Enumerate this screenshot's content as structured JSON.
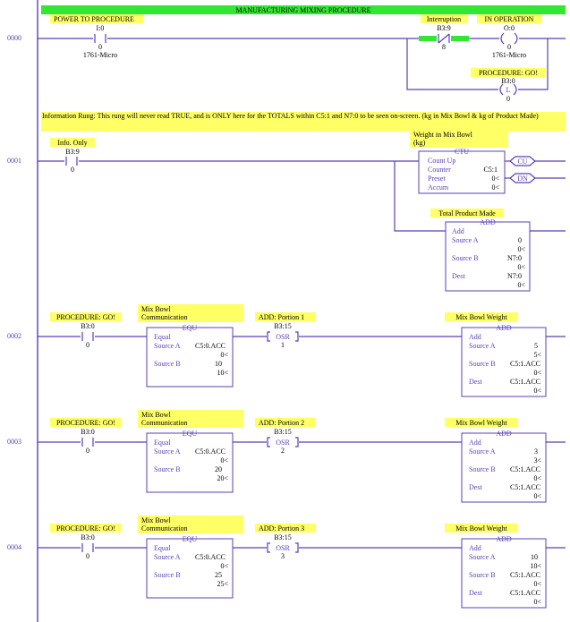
{
  "title": "MANUFACTURING MIXING PROCEDURE",
  "colors": {
    "wire": "#5b3fb5",
    "label_bg": "#ffff66",
    "title_bar": "#33e633",
    "contact_active": "#33e633"
  },
  "rungs": [
    {
      "number": "0000",
      "power_label": "POWER TO PROCEDURE",
      "xic": {
        "address": "I:0",
        "bit": "0",
        "desc": "1761-Micro"
      },
      "interruption": {
        "label": "Interruption",
        "address": "B3:9",
        "bit": "8"
      },
      "in_operation": {
        "label": "IN OPERATION",
        "address": "O:0",
        "bit": "0",
        "desc": "1761-Micro"
      },
      "procedure_go": {
        "label": "PROCEDURE: GO!",
        "address": "B3:0",
        "coil": "L",
        "bit": "0"
      }
    },
    {
      "number": "0001",
      "info_text": "Information Rung: This rung will never read TRUE, and is ONLY here for the TOTALS within C5:1 and N7:0 to be seen on-screen. (kg in Mix Bowl & kg of Product Made)",
      "info_only": {
        "label": "Info. Only",
        "address": "B3:9",
        "bit": "0"
      },
      "ctu": {
        "label": "Weight in Mix Bowl (kg)",
        "name": "CTU",
        "title": "Count Up",
        "counter_label": "Counter",
        "counter": "C5:1",
        "preset_label": "Preset",
        "preset": "0<",
        "accum_label": "Accum",
        "accum": "0<",
        "cu": "CU",
        "dn": "DN"
      },
      "add": {
        "label": "Total Product Made",
        "name": "ADD",
        "title": "Add",
        "src_a_label": "Source A",
        "src_a": "0",
        "src_a_val": "0<",
        "src_b_label": "Source B",
        "src_b": "N7:0",
        "src_b_val": "0<",
        "dest_label": "Dest",
        "dest": "N7:0",
        "dest_val": "0<"
      }
    },
    {
      "number": "0002",
      "go_label": "PROCEDURE: GO!",
      "go_address": "B3:0",
      "go_bit": "0",
      "equ_label": "Mix Bowl Communication",
      "equ": {
        "name": "EQU",
        "title": "Equal",
        "src_a_label": "Source A",
        "src_a": "C5:0.ACC",
        "src_a_val": "0<",
        "src_b_label": "Source B",
        "src_b": "10",
        "src_b_val": "10<"
      },
      "osr_label": "ADD: Portion 1",
      "osr_address": "B3:15",
      "osr": "OSR",
      "osr_bit": "1",
      "add_label": "Mix Bowl Weight",
      "add": {
        "name": "ADD",
        "title": "Add",
        "src_a_label": "Source A",
        "src_a": "5",
        "src_a_val": "5<",
        "src_b_label": "Source B",
        "src_b": "C5:1.ACC",
        "src_b_val": "0<",
        "dest_label": "Dest",
        "dest": "C5:1.ACC",
        "dest_val": "0<"
      }
    },
    {
      "number": "0003",
      "go_label": "PROCEDURE: GO!",
      "go_address": "B3:0",
      "go_bit": "0",
      "equ_label": "Mix Bowl Communication",
      "equ": {
        "name": "EQU",
        "title": "Equal",
        "src_a_label": "Source A",
        "src_a": "C5:0.ACC",
        "src_a_val": "0<",
        "src_b_label": "Source B",
        "src_b": "20",
        "src_b_val": "20<"
      },
      "osr_label": "ADD: Portion 2",
      "osr_address": "B3:15",
      "osr": "OSR",
      "osr_bit": "2",
      "add_label": "Mix Bowl Weight",
      "add": {
        "name": "ADD",
        "title": "Add",
        "src_a_label": "Source A",
        "src_a": "3",
        "src_a_val": "3<",
        "src_b_label": "Source B",
        "src_b": "C5:1.ACC",
        "src_b_val": "0<",
        "dest_label": "Dest",
        "dest": "C5:1.ACC",
        "dest_val": "0<"
      }
    },
    {
      "number": "0004",
      "go_label": "PROCEDURE: GO!",
      "go_address": "B3:0",
      "go_bit": "0",
      "equ_label": "Mix Bowl Communication",
      "equ": {
        "name": "EQU",
        "title": "Equal",
        "src_a_label": "Source A",
        "src_a": "C5:0.ACC",
        "src_a_val": "0<",
        "src_b_label": "Source B",
        "src_b": "25",
        "src_b_val": "25<"
      },
      "osr_label": "ADD: Portion 3",
      "osr_address": "B3:15",
      "osr": "OSR",
      "osr_bit": "3",
      "add_label": "Mix Bowl Weight",
      "add": {
        "name": "ADD",
        "title": "Add",
        "src_a_label": "Source A",
        "src_a": "10",
        "src_a_val": "10<",
        "src_b_label": "Source B",
        "src_b": "C5:1.ACC",
        "src_b_val": "0<",
        "dest_label": "Dest",
        "dest": "C5:1.ACC",
        "dest_val": "0<"
      }
    }
  ]
}
